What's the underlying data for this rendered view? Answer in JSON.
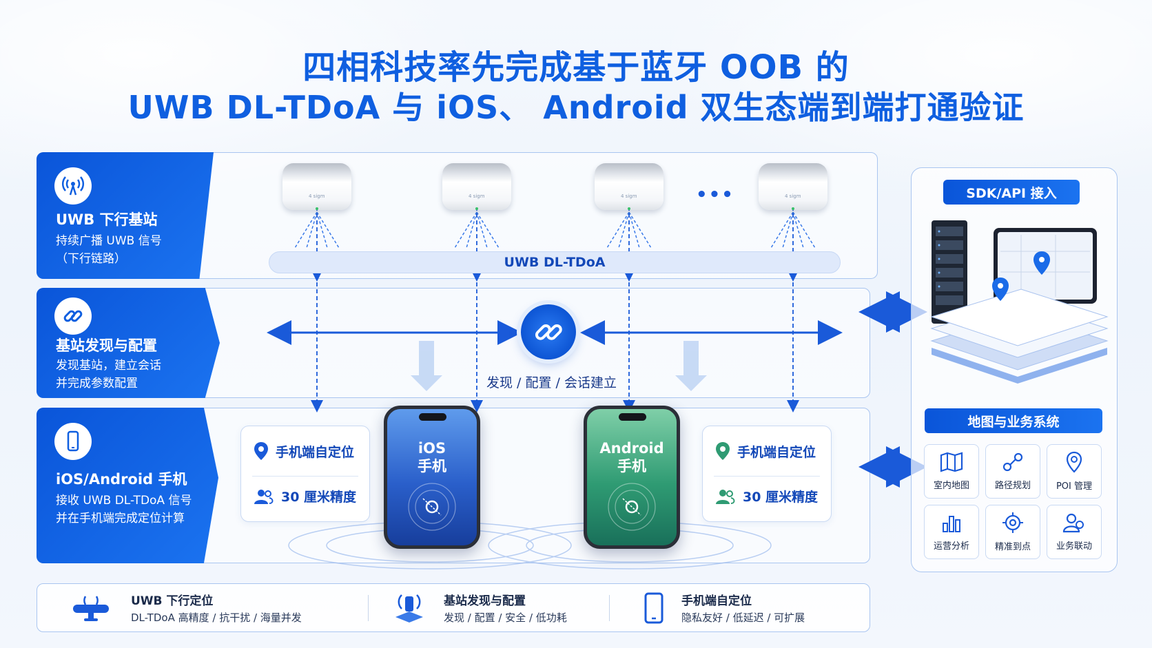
{
  "title": {
    "line1": "四相科技率先完成基于蓝牙 OOB 的",
    "line2": "UWB DL-TDoA 与 iOS、 Android 双生态端到端打通验证"
  },
  "rows": [
    {
      "title": "UWB 下行基站",
      "desc1": "持续广播 UWB 信号",
      "desc2": "（下行链路）",
      "icon": "antenna-icon"
    },
    {
      "title": "基站发现与配置",
      "desc1": "发现基站，建立会话",
      "desc2": "并完成参数配置",
      "icon": "link-icon"
    },
    {
      "title": "iOS/Android 手机",
      "desc1": "接收 UWB DL-TDoA 信号",
      "desc2": "并在手机端完成定位计算",
      "icon": "phone-icon"
    }
  ],
  "stations": {
    "ellipsis": "•••",
    "brand": "4 sigm"
  },
  "dl_bar": "UWB DL-TDoA",
  "discovery_label": "发现 / 配置 / 会话建立",
  "phones": {
    "ios": {
      "line1": "iOS",
      "line2": "手机"
    },
    "android": {
      "line1": "Android",
      "line2": "手机"
    }
  },
  "info_left": {
    "line1": "手机端自定位",
    "line2": "30 厘米精度"
  },
  "info_right": {
    "line1": "手机端自定位",
    "line2": "30 厘米精度"
  },
  "sdk": {
    "header": "SDK/API 接入",
    "map_header": "地图与业务系统",
    "tiles": [
      {
        "label": "室内地图",
        "icon": "indoor-map-icon"
      },
      {
        "label": "路径规划",
        "icon": "route-icon"
      },
      {
        "label": "POI 管理",
        "icon": "poi-icon"
      },
      {
        "label": "运营分析",
        "icon": "bar-chart-icon"
      },
      {
        "label": "精准到点",
        "icon": "target-icon"
      },
      {
        "label": "业务联动",
        "icon": "users-icon"
      }
    ]
  },
  "features": [
    {
      "title": "UWB 下行定位",
      "desc": "DL-TDoA 高精度 / 抗干扰 / 海量并发",
      "icon": "router-icon"
    },
    {
      "title": "基站发现与配置",
      "desc": "发现 / 配置 / 安全 / 低功耗",
      "icon": "beacon-icon"
    },
    {
      "title": "手机端自定位",
      "desc": "隐私友好 / 低延迟 / 可扩展",
      "icon": "smartphone-icon"
    }
  ],
  "colors": {
    "primary": "#0f5fe0",
    "dark_blue": "#0a55d9",
    "green": "#2f9b73",
    "border": "#a9c5f0"
  }
}
